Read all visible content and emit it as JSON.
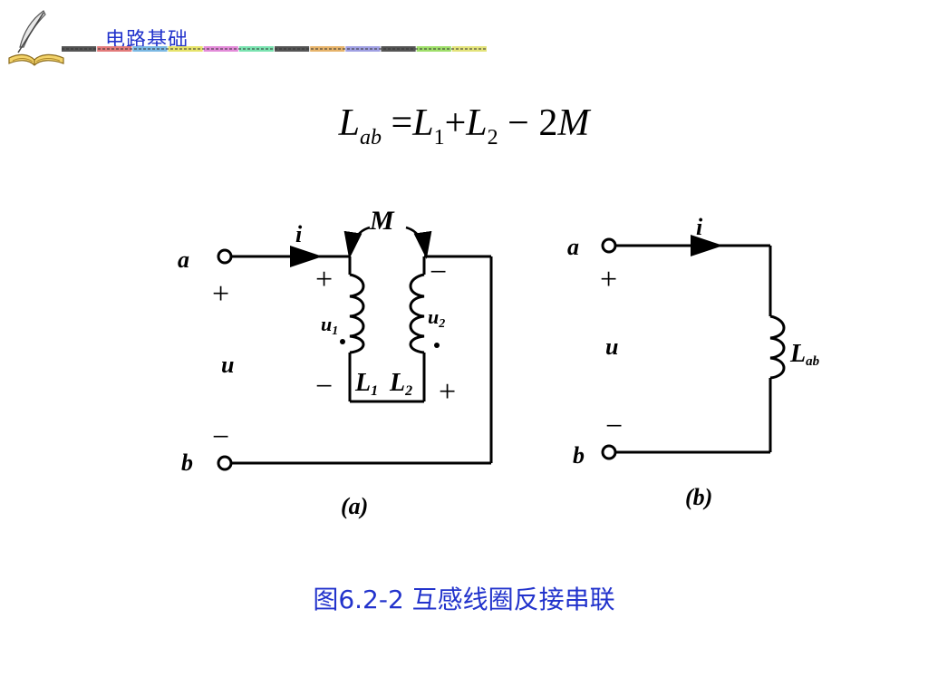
{
  "header": {
    "course_title": "电路基础",
    "logo_icon": "quill-book-icon",
    "rule_colors": [
      "#555555",
      "#e37a7a",
      "#7ab8e3",
      "#e6e36a",
      "#e38bd9",
      "#7ae3b0",
      "#555555",
      "#e6b36a",
      "#a0a0e3",
      "#555555",
      "#9fdf6a",
      "#e3e37a"
    ]
  },
  "formula": {
    "lhs": "L",
    "lhs_sub": "ab",
    "eq": "=",
    "t1": "L",
    "t1_sub": "1",
    "plus": "+",
    "t2": "L",
    "t2_sub": "2",
    "minus": "−",
    "coef": "2",
    "mutual": "M"
  },
  "diagram_a": {
    "terminal_top": "a",
    "terminal_bottom": "b",
    "current": "i",
    "mutual": "M",
    "plus_left": "+",
    "minus_left": "−",
    "voltage": "u",
    "coil1_plus": "+",
    "coil1_voltage_main": "u",
    "coil1_voltage_sub": "1",
    "coil1_minus": "−",
    "coil2_minus": "−",
    "coil2_voltage_main": "u",
    "coil2_voltage_sub": "2",
    "coil2_plus": "+",
    "inductor1_main": "L",
    "inductor1_sub": "1",
    "inductor2_main": "L",
    "inductor2_sub": "2",
    "label": "(a)"
  },
  "diagram_b": {
    "terminal_top": "a",
    "terminal_bottom": "b",
    "current": "i",
    "plus": "+",
    "minus": "−",
    "voltage": "u",
    "inductor_main": "L",
    "inductor_sub": "ab",
    "label": "(b)"
  },
  "caption": "图6.2-2 互感线圈反接串联"
}
